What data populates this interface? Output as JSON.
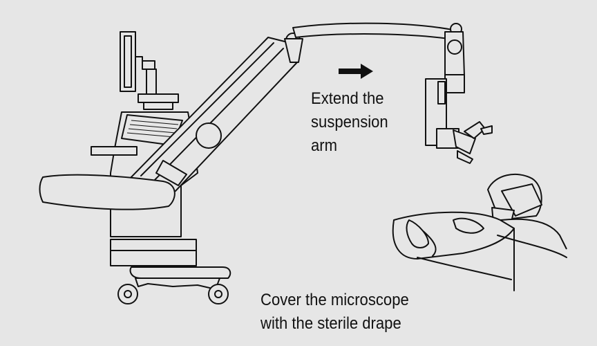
{
  "captions": {
    "extend_arm": [
      "Extend the",
      "suspension",
      "arm"
    ],
    "cover_drape": [
      "Cover the microscope",
      "with the sterile drape"
    ]
  },
  "icons": {
    "direction": "arrow-right-icon"
  },
  "colors": {
    "background": "#e6e6e6",
    "line": "#111111"
  }
}
